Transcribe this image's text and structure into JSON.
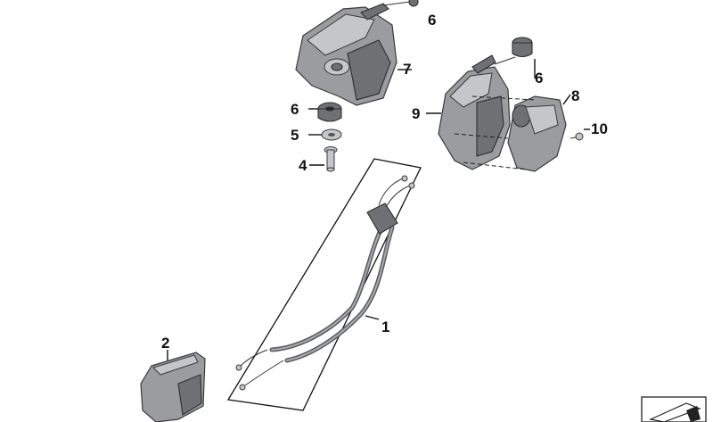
{
  "callouts": {
    "c1": "1",
    "c2": "2",
    "c4": "4",
    "c5": "5",
    "c6a": "6",
    "c6b": "6",
    "c6c": "6",
    "c7": "7",
    "c8": "8",
    "c9": "9",
    "c10": "10"
  },
  "colors": {
    "part": "#9a9ca0",
    "part_dark": "#6e7074",
    "line": "#111111",
    "background": "#ffffff"
  },
  "icons": {
    "corner": "catalog-arrow-icon"
  }
}
